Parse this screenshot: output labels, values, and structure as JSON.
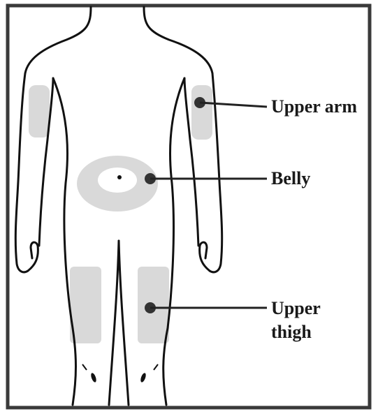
{
  "labels": {
    "upper_arm": "Upper arm",
    "belly": "Belly",
    "upper_thigh_line1": "Upper",
    "upper_thigh_line2": "thigh"
  },
  "colors": {
    "frame": "#3a3a3a",
    "outline": "#111111",
    "injection_zone": "#d9d9d9",
    "navel_area": "#ffffff",
    "marker_dot": "#333333",
    "leader_line": "#222222"
  }
}
